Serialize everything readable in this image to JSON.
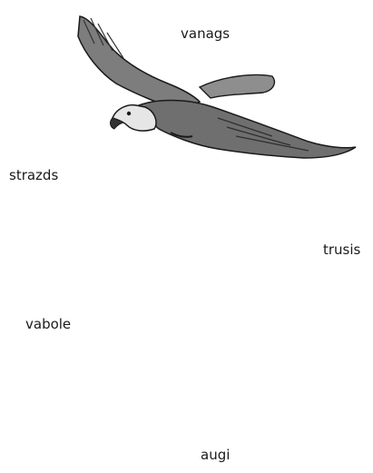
{
  "labels": {
    "hawk": "vanags",
    "thrush": "strazds",
    "hare": "trusis",
    "beetle": "vabole",
    "plants": "augi"
  },
  "colors": {
    "ink": "#1a1a1a",
    "hawk_body": "#7d7d7d",
    "hawk_dark": "#333333",
    "hare_fill": "#cfcfcf",
    "plant_fill": "#8a8a8a",
    "arrow": "#1a1a1a"
  },
  "icons": [
    "hawk-icon",
    "thrush-icon",
    "hare-icon",
    "beetle-icon",
    "plants-icon"
  ]
}
